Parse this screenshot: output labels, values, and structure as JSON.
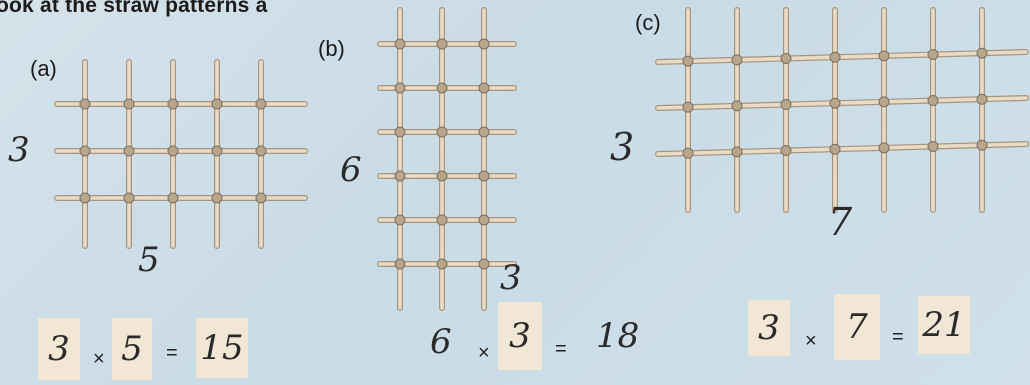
{
  "header": "ook at the straw patterns a",
  "figures": [
    {
      "label": "(a)",
      "rows": 3,
      "cols": 5,
      "rows_note": "3",
      "cols_note": "5"
    },
    {
      "label": "(b)",
      "rows": 6,
      "cols": 3,
      "rows_note": "6",
      "cols_note": "3"
    },
    {
      "label": "(c)",
      "rows": 3,
      "cols": 7,
      "rows_note": "3",
      "cols_note": "7"
    }
  ],
  "equations": [
    {
      "a": "3",
      "op": "×",
      "b": "5",
      "eq": "=",
      "result": "15"
    },
    {
      "a": "6",
      "op": "×",
      "b": "3",
      "eq": "=",
      "result": "18"
    },
    {
      "a": "3",
      "op": "×",
      "b": "7",
      "eq": "=",
      "result": "21"
    }
  ],
  "colors": {
    "straw": "#e8dcc7",
    "straw_edge": "#a5957e",
    "joint": "#b8a68c"
  }
}
